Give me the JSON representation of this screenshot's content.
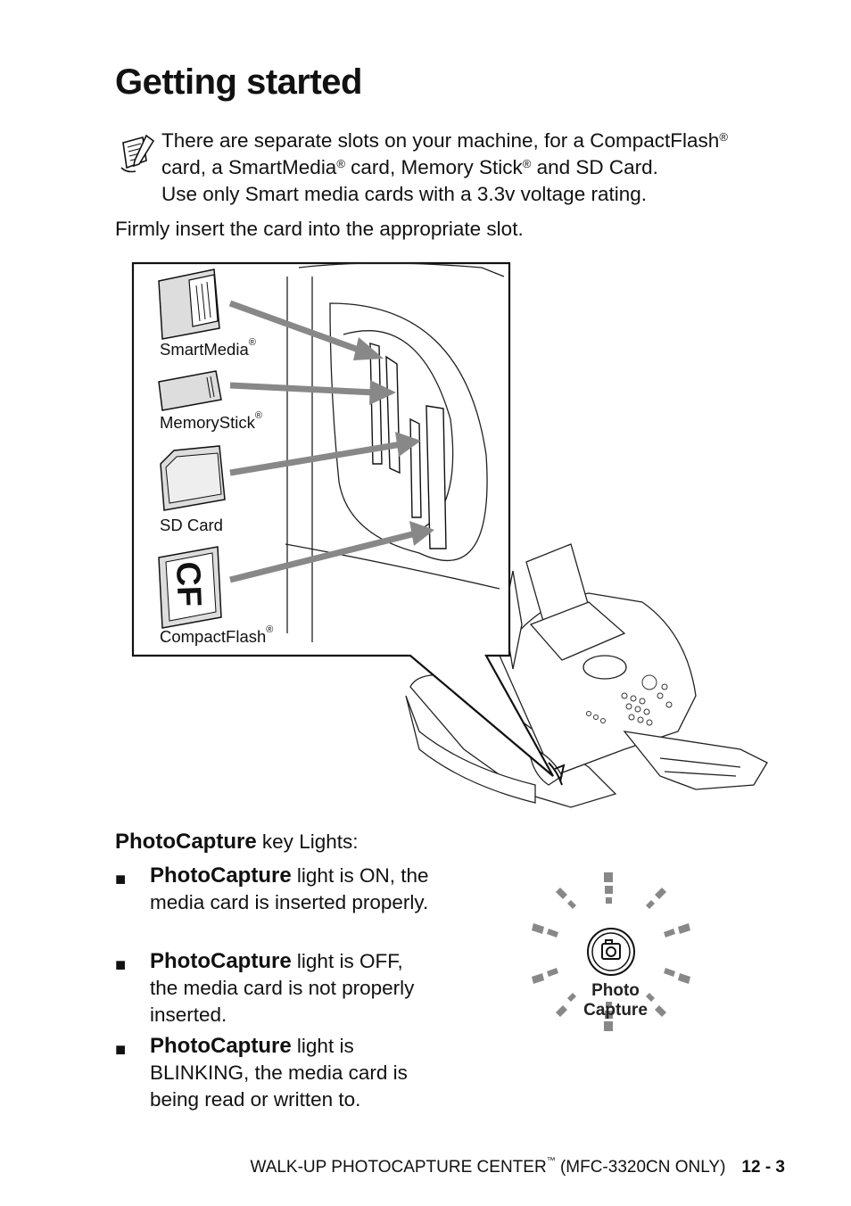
{
  "title": "Getting started",
  "note": {
    "line1": "There are separate slots on your machine, for a CompactFlash",
    "line2_a": "card, a SmartMedia",
    "line2_b": " card, Memory Stick",
    "line2_c": " and SD Card.",
    "line3": "Use only Smart media cards with a 3.3v voltage rating.",
    "reg": "®"
  },
  "instruction": "Firmly insert the card into the appropriate slot.",
  "figure": {
    "labels": {
      "smartmedia": "SmartMedia",
      "memorystick": "MemoryStick",
      "sdcard": "SD Card",
      "compactflash": "CompactFlash",
      "reg": "®"
    },
    "cf_card_text": "CF",
    "device_button": "Photo Capture"
  },
  "photocapture": {
    "heading_bold": "PhotoCapture",
    "heading_rest": " key Lights:",
    "bullet_symbol": "■",
    "items": [
      {
        "bold": "PhotoCapture",
        "rest": " light is ON, the media card is inserted properly."
      },
      {
        "bold": "PhotoCapture",
        "rest": " light is OFF, the media card is not properly inserted."
      },
      {
        "bold": "PhotoCapture",
        "rest": " light is BLINKING, the media card is being read or written to."
      }
    ],
    "icon_label_line1": "Photo",
    "icon_label_line2": "Capture"
  },
  "footer": {
    "text": "WALK-UP PHOTOCAPTURE CENTER",
    "tm": "™",
    "model": " (MFC-3320CN ONLY)",
    "page": "12 - 3"
  }
}
